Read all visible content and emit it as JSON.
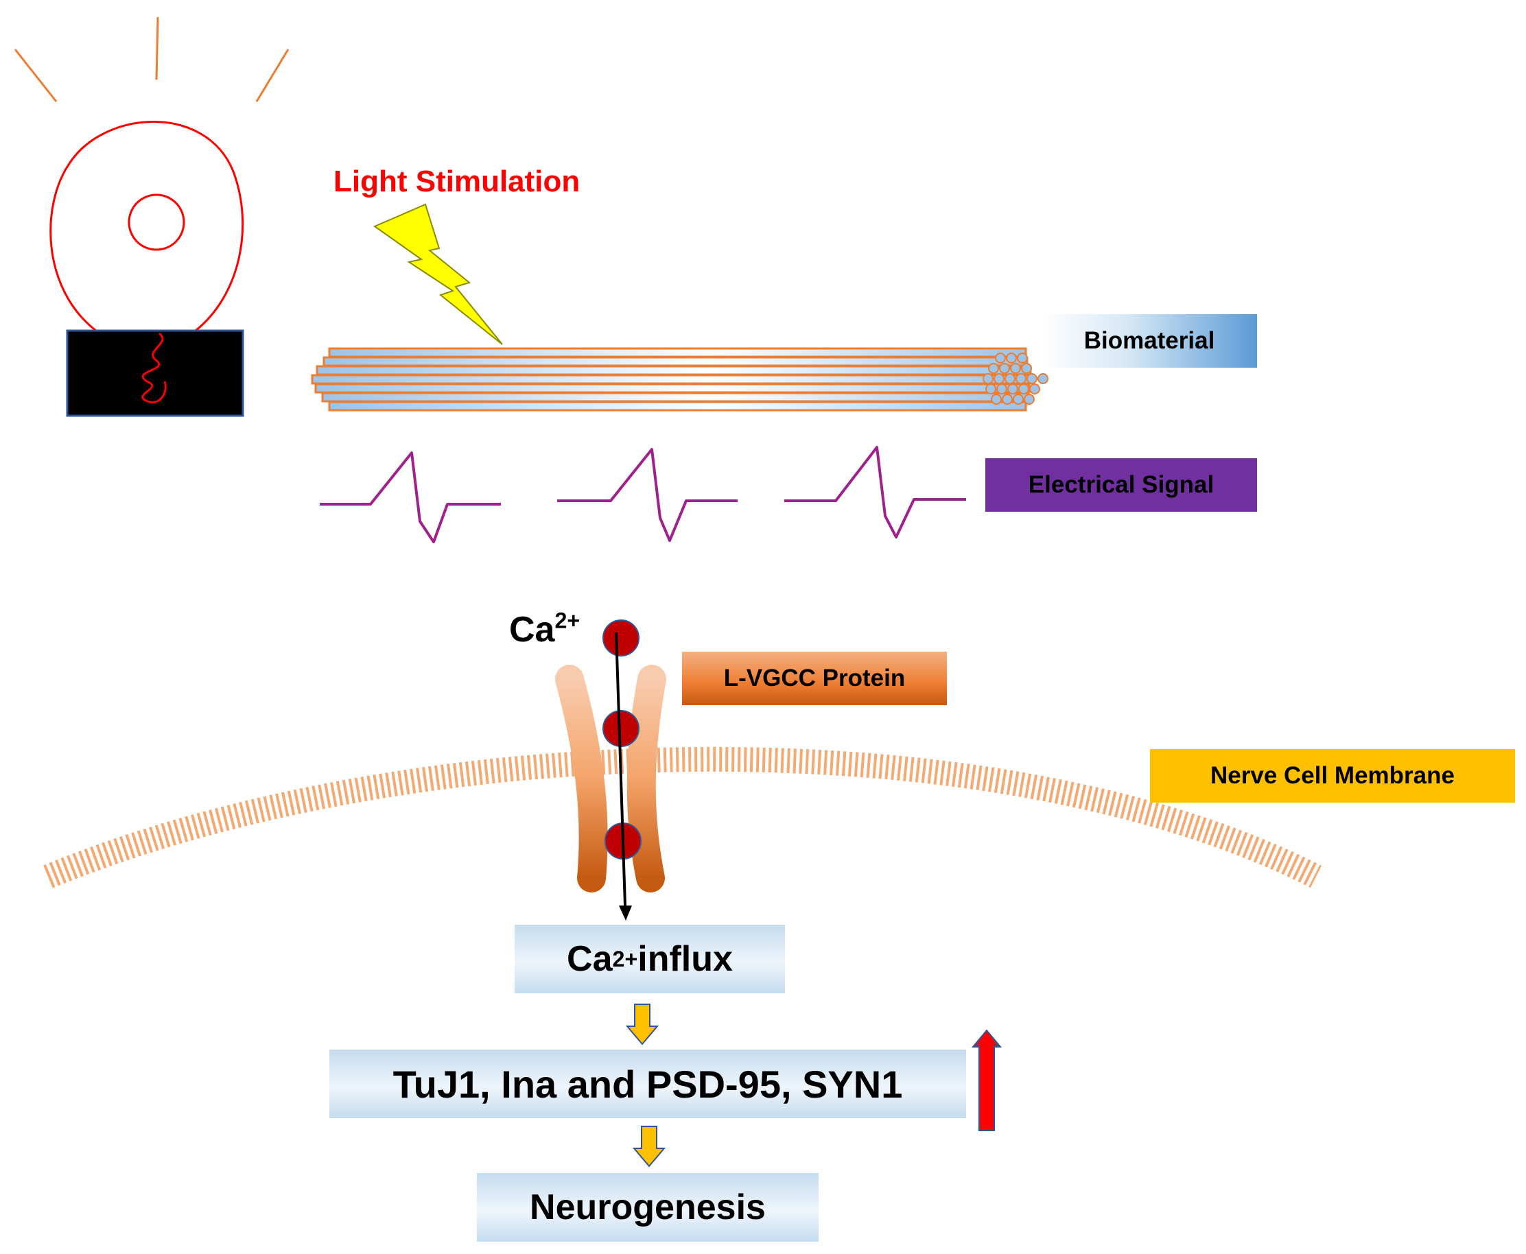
{
  "labels": {
    "light_stimulation": "Light Stimulation",
    "biomaterial": "Biomaterial",
    "electrical_signal": "Electrical Signal",
    "ca_ion_base": "Ca",
    "ca_ion_charge": "2+",
    "lvgcc_protein": "L-VGCC Protein",
    "nerve_cell_membrane": "Nerve Cell Membrane",
    "influx_base": "Ca",
    "influx_charge": "2+",
    "influx_suffix": "influx",
    "markers": "TuJ1, Ina and PSD-95, SYN1",
    "neurogenesis": "Neurogenesis"
  },
  "colors": {
    "lamp": "#ff0000",
    "lamp_rays": "#ed7d31",
    "lightning": "#ffff00",
    "fiber_outline": "#ed7d31",
    "fiber_fill": "#9dc3e6",
    "signal_wave": "#a0208c",
    "ion": "#c00000",
    "channel": "#e07b39",
    "membrane": "#f4a46a",
    "flow_arrow": "#ffc000",
    "upregulation_arrow": "#ff0000"
  },
  "icons": [
    "light-bulb-icon",
    "lightning-bolt-icon",
    "upregulation-arrow-icon",
    "down-arrow-icon"
  ]
}
